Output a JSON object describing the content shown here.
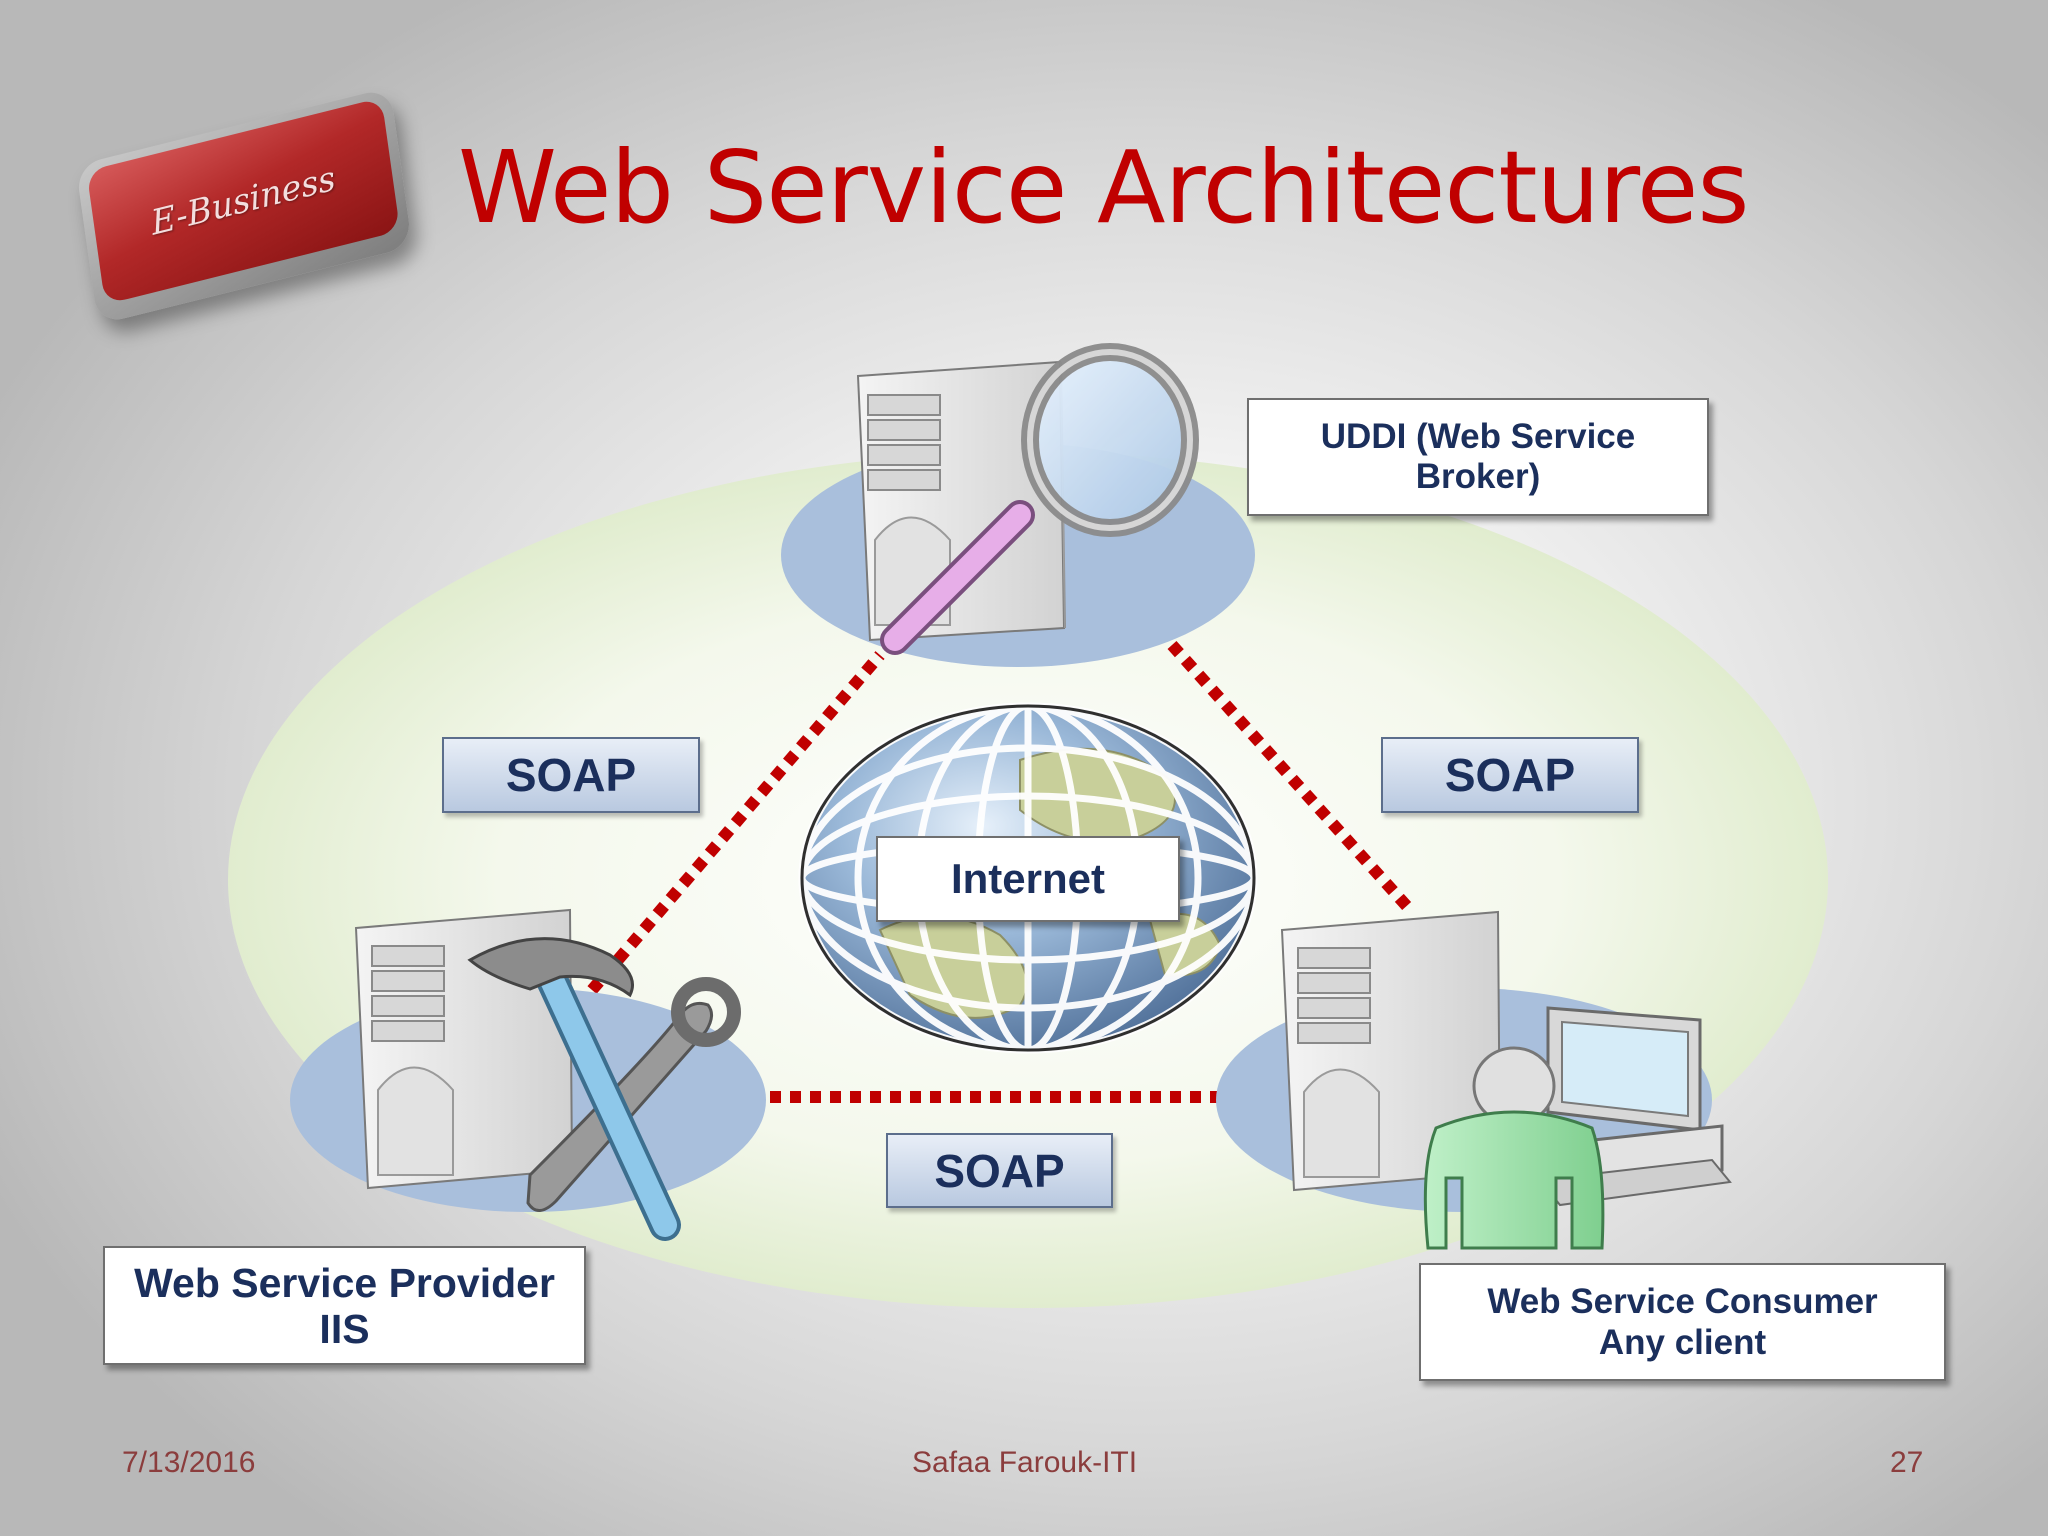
{
  "slide": {
    "title": "Web Service Architectures",
    "logo_text": "E-Business"
  },
  "nodes": {
    "broker": {
      "line1": "UDDI (Web Service",
      "line2": "Broker)"
    },
    "provider": {
      "line1": "Web Service Provider",
      "line2": "IIS"
    },
    "consumer": {
      "line1": "Web Service Consumer",
      "line2": "Any client"
    },
    "network": {
      "label": "Internet"
    }
  },
  "links": {
    "left": "SOAP",
    "right": "SOAP",
    "bottom": "SOAP"
  },
  "footer": {
    "date": "7/13/2016",
    "author": "Safaa Farouk-ITI",
    "page": "27"
  },
  "colors": {
    "title": "#c00000",
    "link_dots": "#c00000",
    "box_text": "#1b2f5c",
    "footer_text": "#8b3d3d"
  }
}
